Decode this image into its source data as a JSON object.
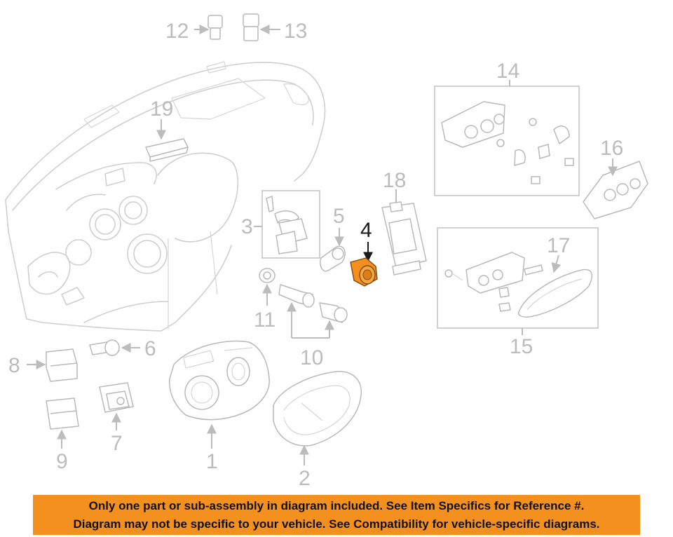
{
  "callouts": {
    "c1": "1",
    "c2": "2",
    "c3": "3",
    "c4": "4",
    "c5": "5",
    "c6": "6",
    "c7": "7",
    "c8": "8",
    "c9": "9",
    "c10": "10",
    "c11": "11",
    "c12": "12",
    "c13": "13",
    "c14": "14",
    "c15": "15",
    "c16": "16",
    "c17": "17",
    "c18": "18",
    "c19": "19"
  },
  "highlight": {
    "part": "4",
    "color": "#f3901e"
  },
  "banner": {
    "line1": "Only one part or sub-assembly in diagram included. See Item Specifics for Reference #.",
    "line2": "Diagram may not be specific to your vehicle. See Compatibility for vehicle-specific diagrams.",
    "background": "#f3901e"
  }
}
